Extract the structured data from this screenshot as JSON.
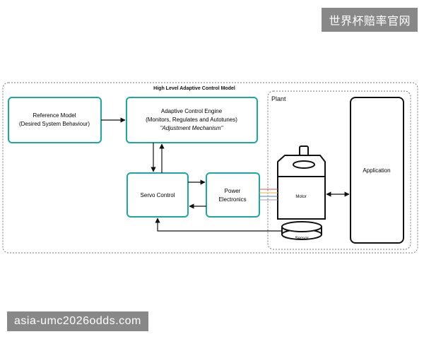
{
  "watermarks": {
    "top_right": "世界杯赔率官网",
    "bottom_left": "asia-umc2026odds.com"
  },
  "diagram": {
    "outer_title": "High Level Adaptive Control Model",
    "plant_title": "Plant",
    "reference_model": {
      "line1": "Reference Model",
      "line2": "(Desired System Behaviour)"
    },
    "adaptive_engine": {
      "line1": "Adaptive Control Engine",
      "line2": "(Monitors, Regulates and Autotunes)",
      "line3": "\"Adjustment Mechanism\""
    },
    "servo_control": {
      "label": "Servo Control"
    },
    "power_electronics": {
      "line1": "Power",
      "line2": "Electronics"
    },
    "motor": {
      "label": "Motor"
    },
    "sensor": {
      "label": "Sensor"
    },
    "application": {
      "label": "Application"
    }
  },
  "colors": {
    "teal": "#1aa8a0",
    "wire_red": "#e05a4f",
    "wire_yellow": "#e5b53a",
    "wire_blue": "#4e7fd8",
    "wire_gray": "#9c9c9c"
  }
}
